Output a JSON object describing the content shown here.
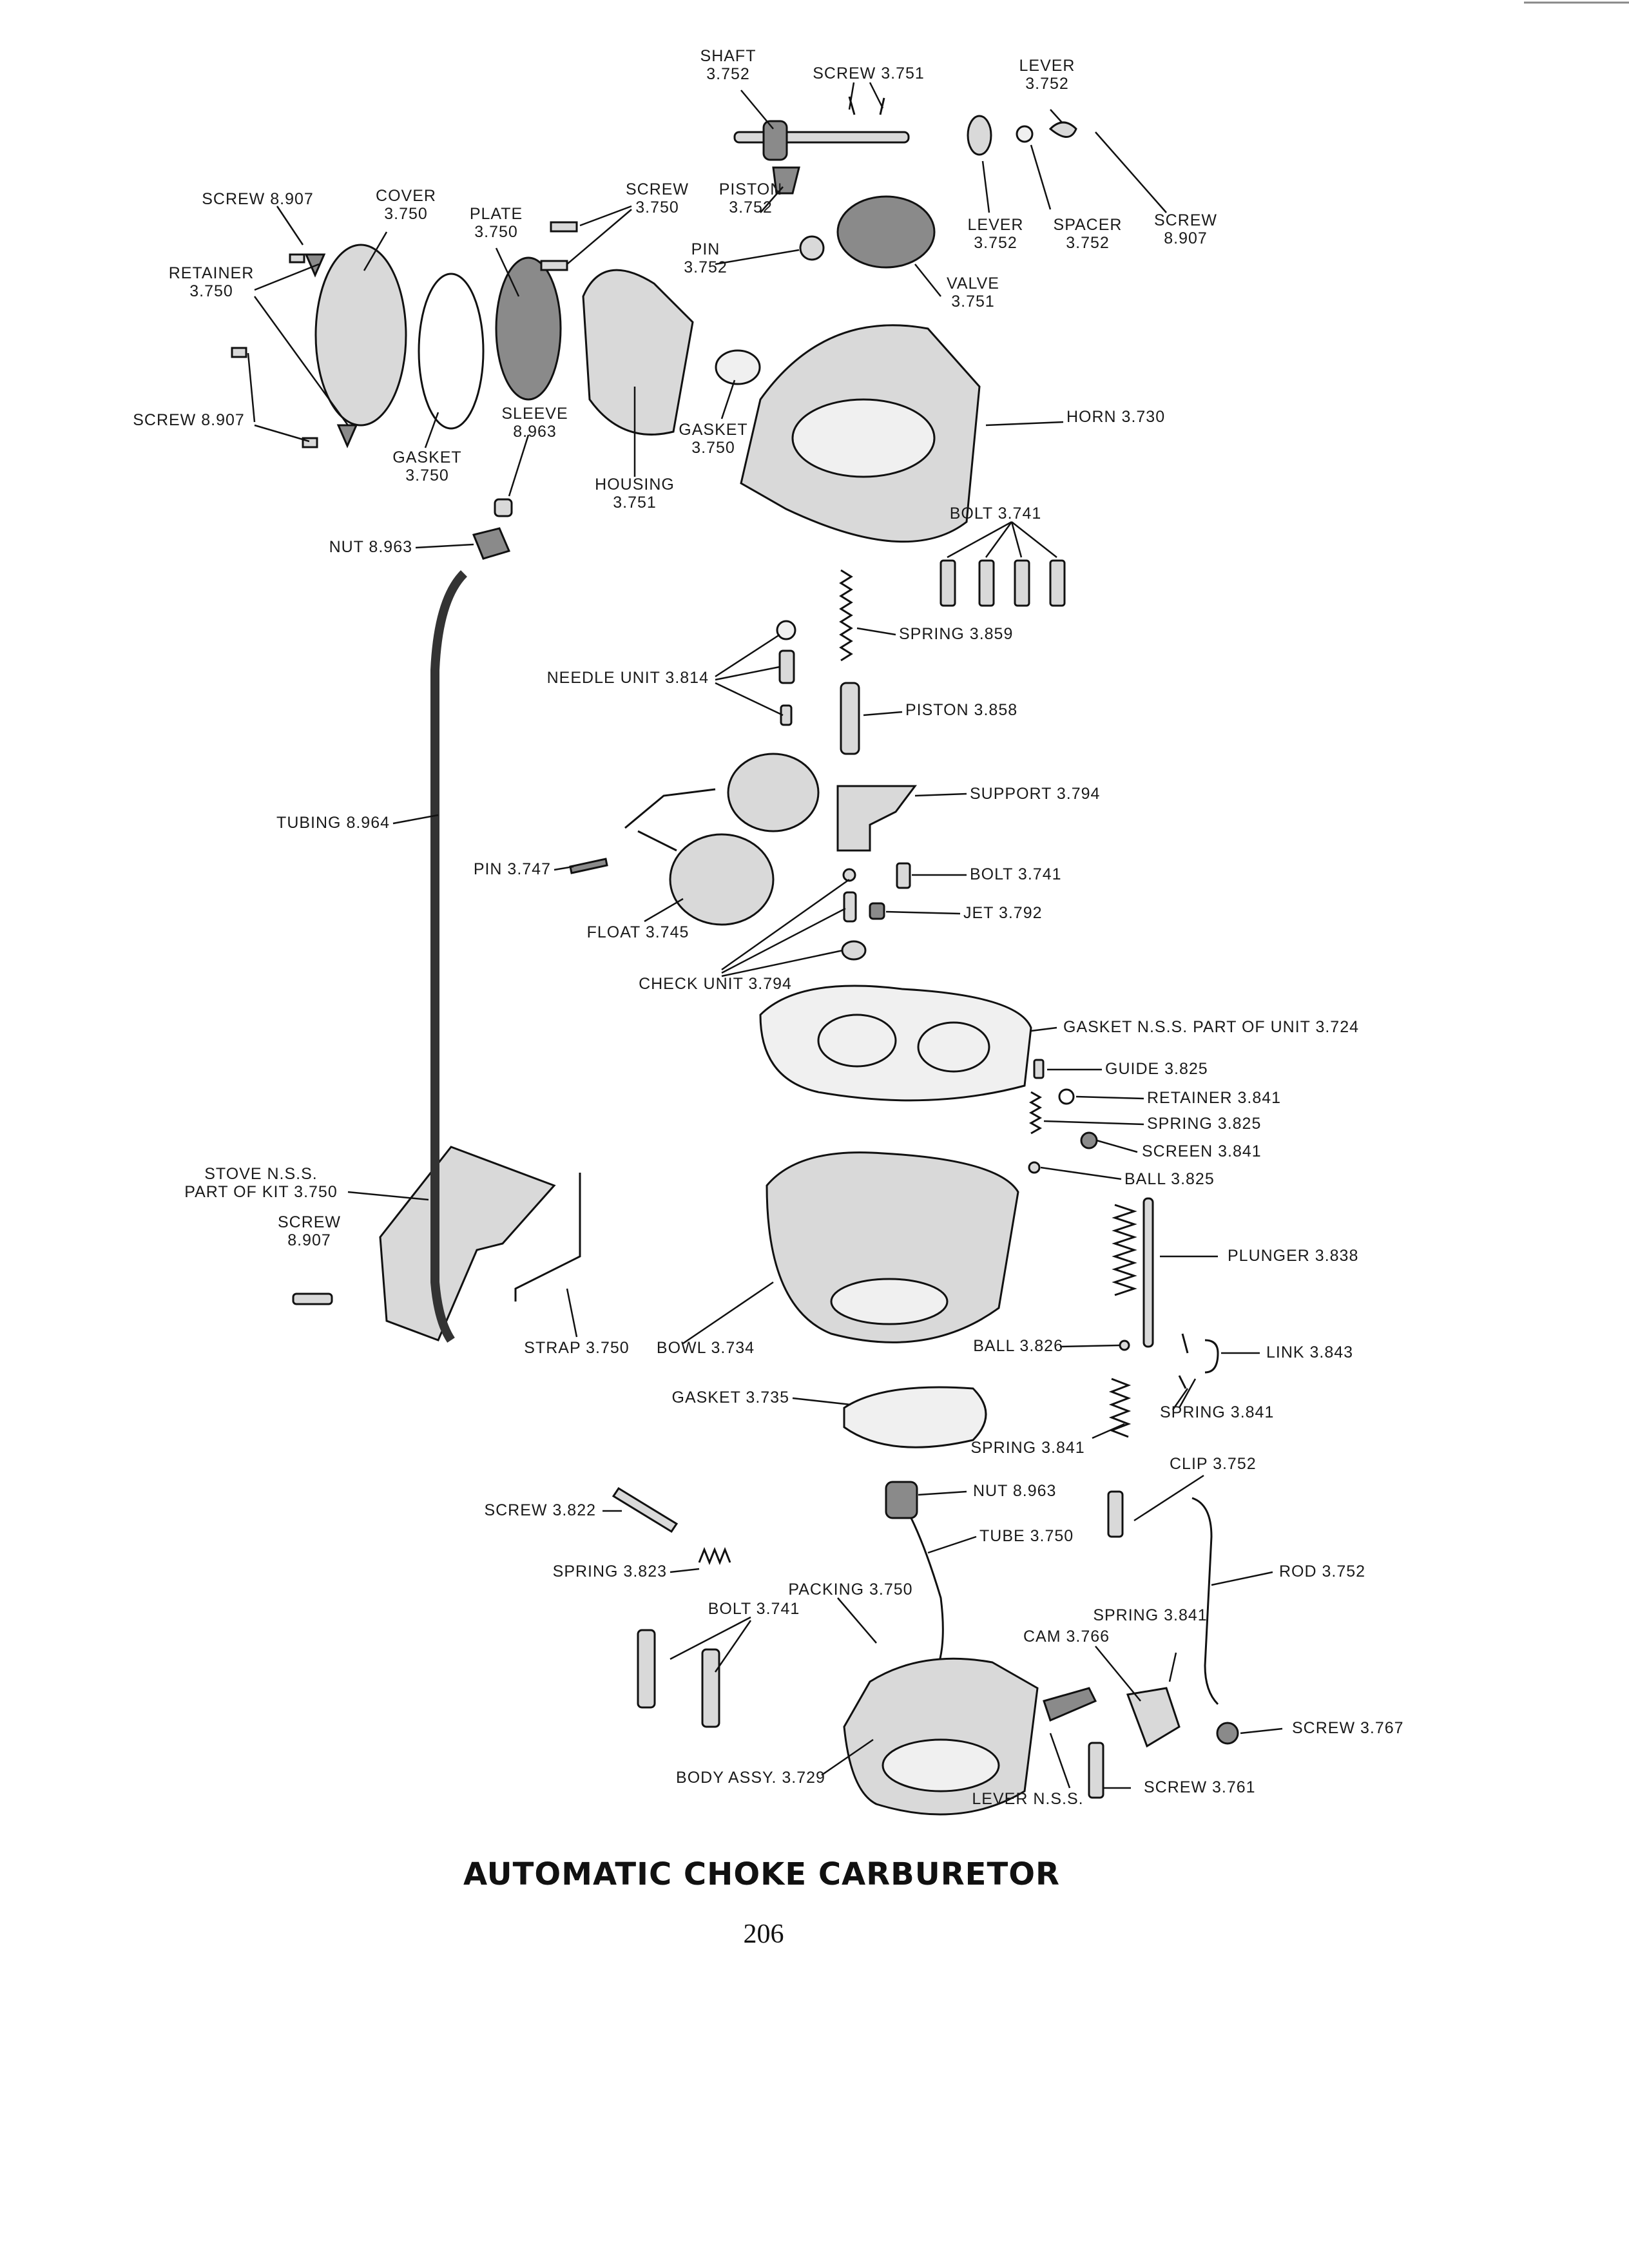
{
  "title": "AUTOMATIC CHOKE CARBURETOR",
  "page_number": "206",
  "colors": {
    "ink": "#111111",
    "paper": "#ffffff",
    "part_fill": "#d9d9d9"
  },
  "labels": [
    [
      "SHAFT",
      "3.752"
    ],
    [
      "SCREW 3.751"
    ],
    [
      "LEVER",
      "3.752"
    ],
    [
      "SCREW 8.907"
    ],
    [
      "COVER",
      "3.750"
    ],
    [
      "PLATE",
      "3.750"
    ],
    [
      "SCREW",
      "3.750"
    ],
    [
      "PISTON",
      "3.752"
    ],
    [
      "LEVER",
      "3.752"
    ],
    [
      "SPACER",
      "3.752"
    ],
    [
      "SCREW",
      "8.907"
    ],
    [
      "RETAINER",
      "3.750"
    ],
    [
      "PIN",
      "3.752"
    ],
    [
      "VALVE",
      "3.751"
    ],
    [
      "SCREW 8.907"
    ],
    [
      "GASKET",
      "3.750"
    ],
    [
      "SLEEVE",
      "8.963"
    ],
    [
      "GASKET",
      "3.750"
    ],
    [
      "HOUSING",
      "3.751"
    ],
    [
      "HORN 3.730"
    ],
    [
      "NUT 8.963"
    ],
    [
      "BOLT 3.741"
    ],
    [
      "SPRING 3.859"
    ],
    [
      "NEEDLE UNIT 3.814"
    ],
    [
      "PISTON 3.858"
    ],
    [
      "SUPPORT 3.794"
    ],
    [
      "TUBING 8.964"
    ],
    [
      "PIN 3.747"
    ],
    [
      "BOLT 3.741"
    ],
    [
      "JET 3.792"
    ],
    [
      "FLOAT 3.745"
    ],
    [
      "CHECK UNIT 3.794"
    ],
    [
      "GASKET N.S.S. PART OF UNIT 3.724"
    ],
    [
      "GUIDE 3.825"
    ],
    [
      "RETAINER 3.841"
    ],
    [
      "SPRING 3.825"
    ],
    [
      "SCREEN 3.841"
    ],
    [
      "BALL 3.825"
    ],
    [
      "STOVE N.S.S.",
      "PART OF KIT 3.750"
    ],
    [
      "SCREW",
      "8.907"
    ],
    [
      "PLUNGER 3.838"
    ],
    [
      "STRAP 3.750"
    ],
    [
      "BOWL 3.734"
    ],
    [
      "BALL 3.826"
    ],
    [
      "LINK 3.843"
    ],
    [
      "GASKET 3.735"
    ],
    [
      "SPRING 3.841"
    ],
    [
      "SPRING 3.841"
    ],
    [
      "CLIP 3.752"
    ],
    [
      "SCREW 3.822"
    ],
    [
      "NUT 8.963"
    ],
    [
      "TUBE 3.750"
    ],
    [
      "SPRING 3.823"
    ],
    [
      "PACKING 3.750"
    ],
    [
      "ROD 3.752"
    ],
    [
      "BOLT 3.741"
    ],
    [
      "SPRING 3.841"
    ],
    [
      "CAM 3.766"
    ],
    [
      "SCREW 3.767"
    ],
    [
      "BODY ASSY. 3.729"
    ],
    [
      "LEVER N.S.S."
    ],
    [
      "SCREW 3.761"
    ]
  ]
}
